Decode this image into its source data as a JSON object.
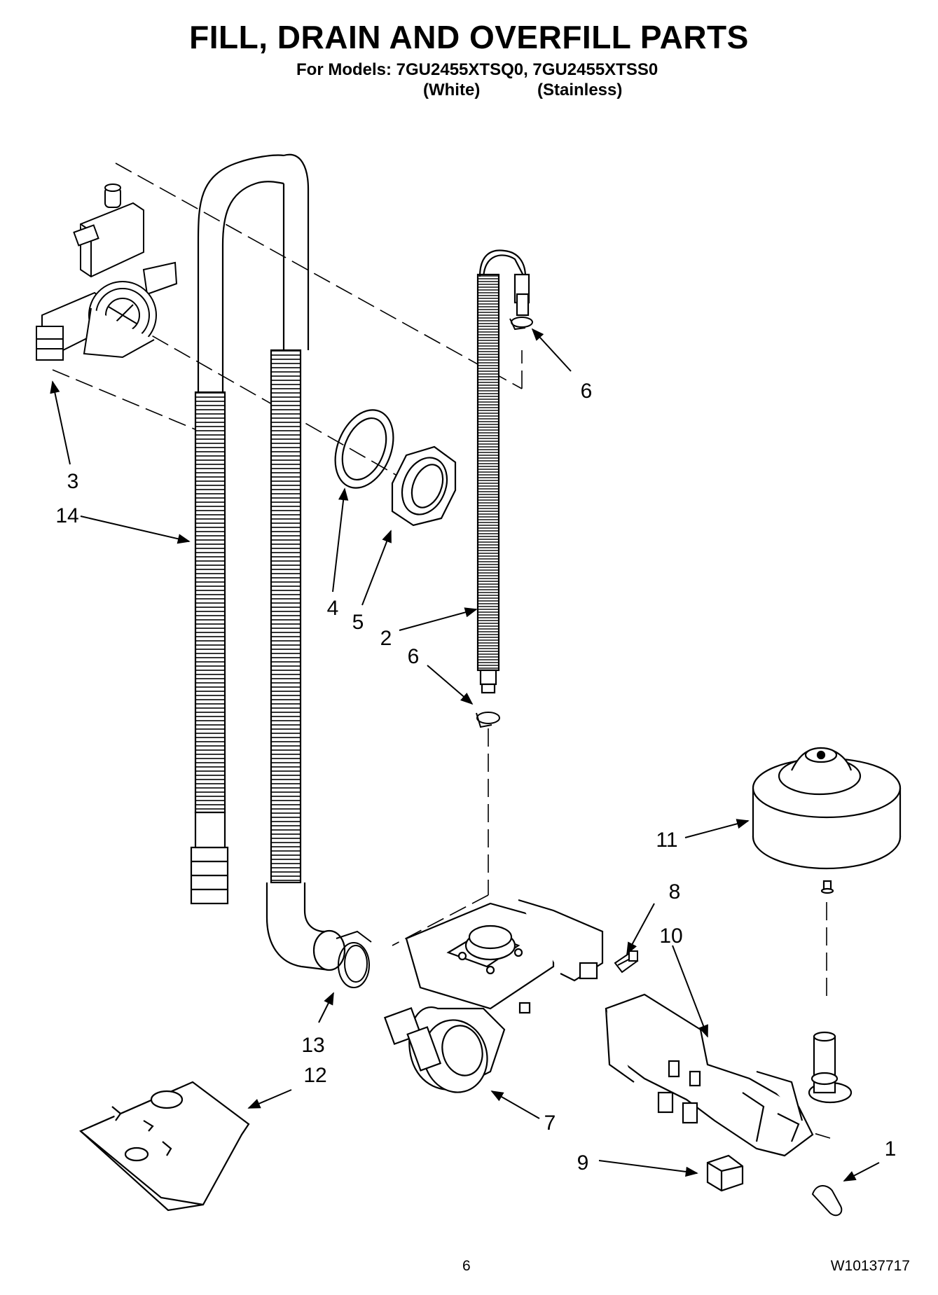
{
  "header": {
    "title": "FILL, DRAIN AND OVERFILL PARTS",
    "models_line": "For Models: 7GU2455XTSQ0, 7GU2455XTSS0",
    "variant_white": "(White)",
    "variant_stainless": "(Stainless)"
  },
  "callouts": {
    "c1": "1",
    "c2": "2",
    "c3": "3",
    "c4": "4",
    "c5": "5",
    "c6a": "6",
    "c6b": "6",
    "c7": "7",
    "c8": "8",
    "c9": "9",
    "c10": "10",
    "c11": "11",
    "c12": "12",
    "c13": "13",
    "c14": "14"
  },
  "footer": {
    "page_number": "6",
    "document_number": "W10137717"
  }
}
